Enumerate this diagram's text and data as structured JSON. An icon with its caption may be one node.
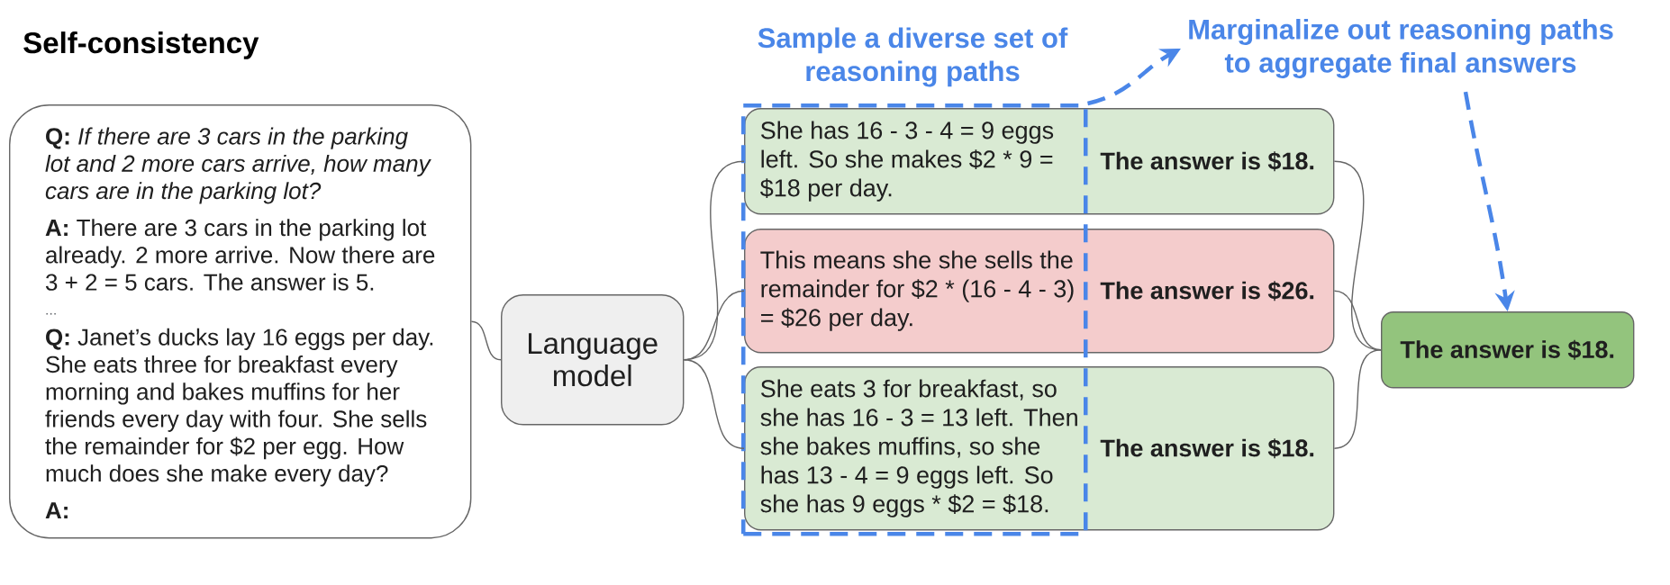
{
  "diagram": {
    "title": "Self-consistency",
    "nodes": [
      {
        "text": [
          "**Q:** *If there are 3 cars in the parking lot and 2 more cars arrive, how many cars are in the parking lot?*",
          "**A:** There are 3 cars in the parking lot already. 2 more arrive. Now there are 3 + 2 = 5 cars. The answer is 5.",
          "...",
          "**Q:** Janet’s ducks lay 16 eggs per day. She eats three for breakfast every morning and bakes muffins for her friends every day with four. She sells the remainder for $2 per egg. How much does she make every day?",
          "A:"
        ]
      },
      {
        "text": [
          "Language model"
        ]
      },
      {
        "text": [
          "Sample a diverse set of reasoning paths"
        ]
      },
      {
        "text": [
          "She has 16 - 3 - 4 = 9 eggs left. So she makes $2 * 9 = $18 per day.",
          "The answer is $18."
        ]
      },
      {
        "text": [
          "This means she she sells the remainder for $2 * (16 - 4 - 3) = $26 per day.",
          "The answer is $26."
        ]
      },
      {
        "text": [
          "She eats 3 for breakfast, so she has 16 - 3 = 13 left. Then she bakes muffins, so she has 13 - 4 = 9 eggs left. So she has 9 eggs * $2 = $18.",
          "The answer is $18."
        ]
      },
      {
        "text": [
          "Marginalize out reasoning paths to aggregate final answers"
        ]
      },
      {
        "text": [
          "The answer is $18."
        ]
      }
    ],
    "edges": [
      {
        "from": 0,
        "to": 1,
        "arrow": "none"
      },
      {
        "from": 1,
        "to": 3,
        "arrow": "none"
      },
      {
        "from": 1,
        "to": 4,
        "arrow": "none"
      },
      {
        "from": 1,
        "to": 5,
        "arrow": "none"
      },
      {
        "from": 3,
        "to": 7,
        "arrow": "none"
      },
      {
        "from": 4,
        "to": 7,
        "arrow": "none"
      },
      {
        "from": 5,
        "to": 7,
        "arrow": "none"
      },
      {
        "from": 2,
        "to": 6,
        "arrow": "to",
        "style": "dashed",
        "color": "#4a86e8"
      },
      {
        "from": 6,
        "to": 7,
        "arrow": "to",
        "style": "dashed",
        "color": "#4a86e8"
      }
    ]
  }
}
